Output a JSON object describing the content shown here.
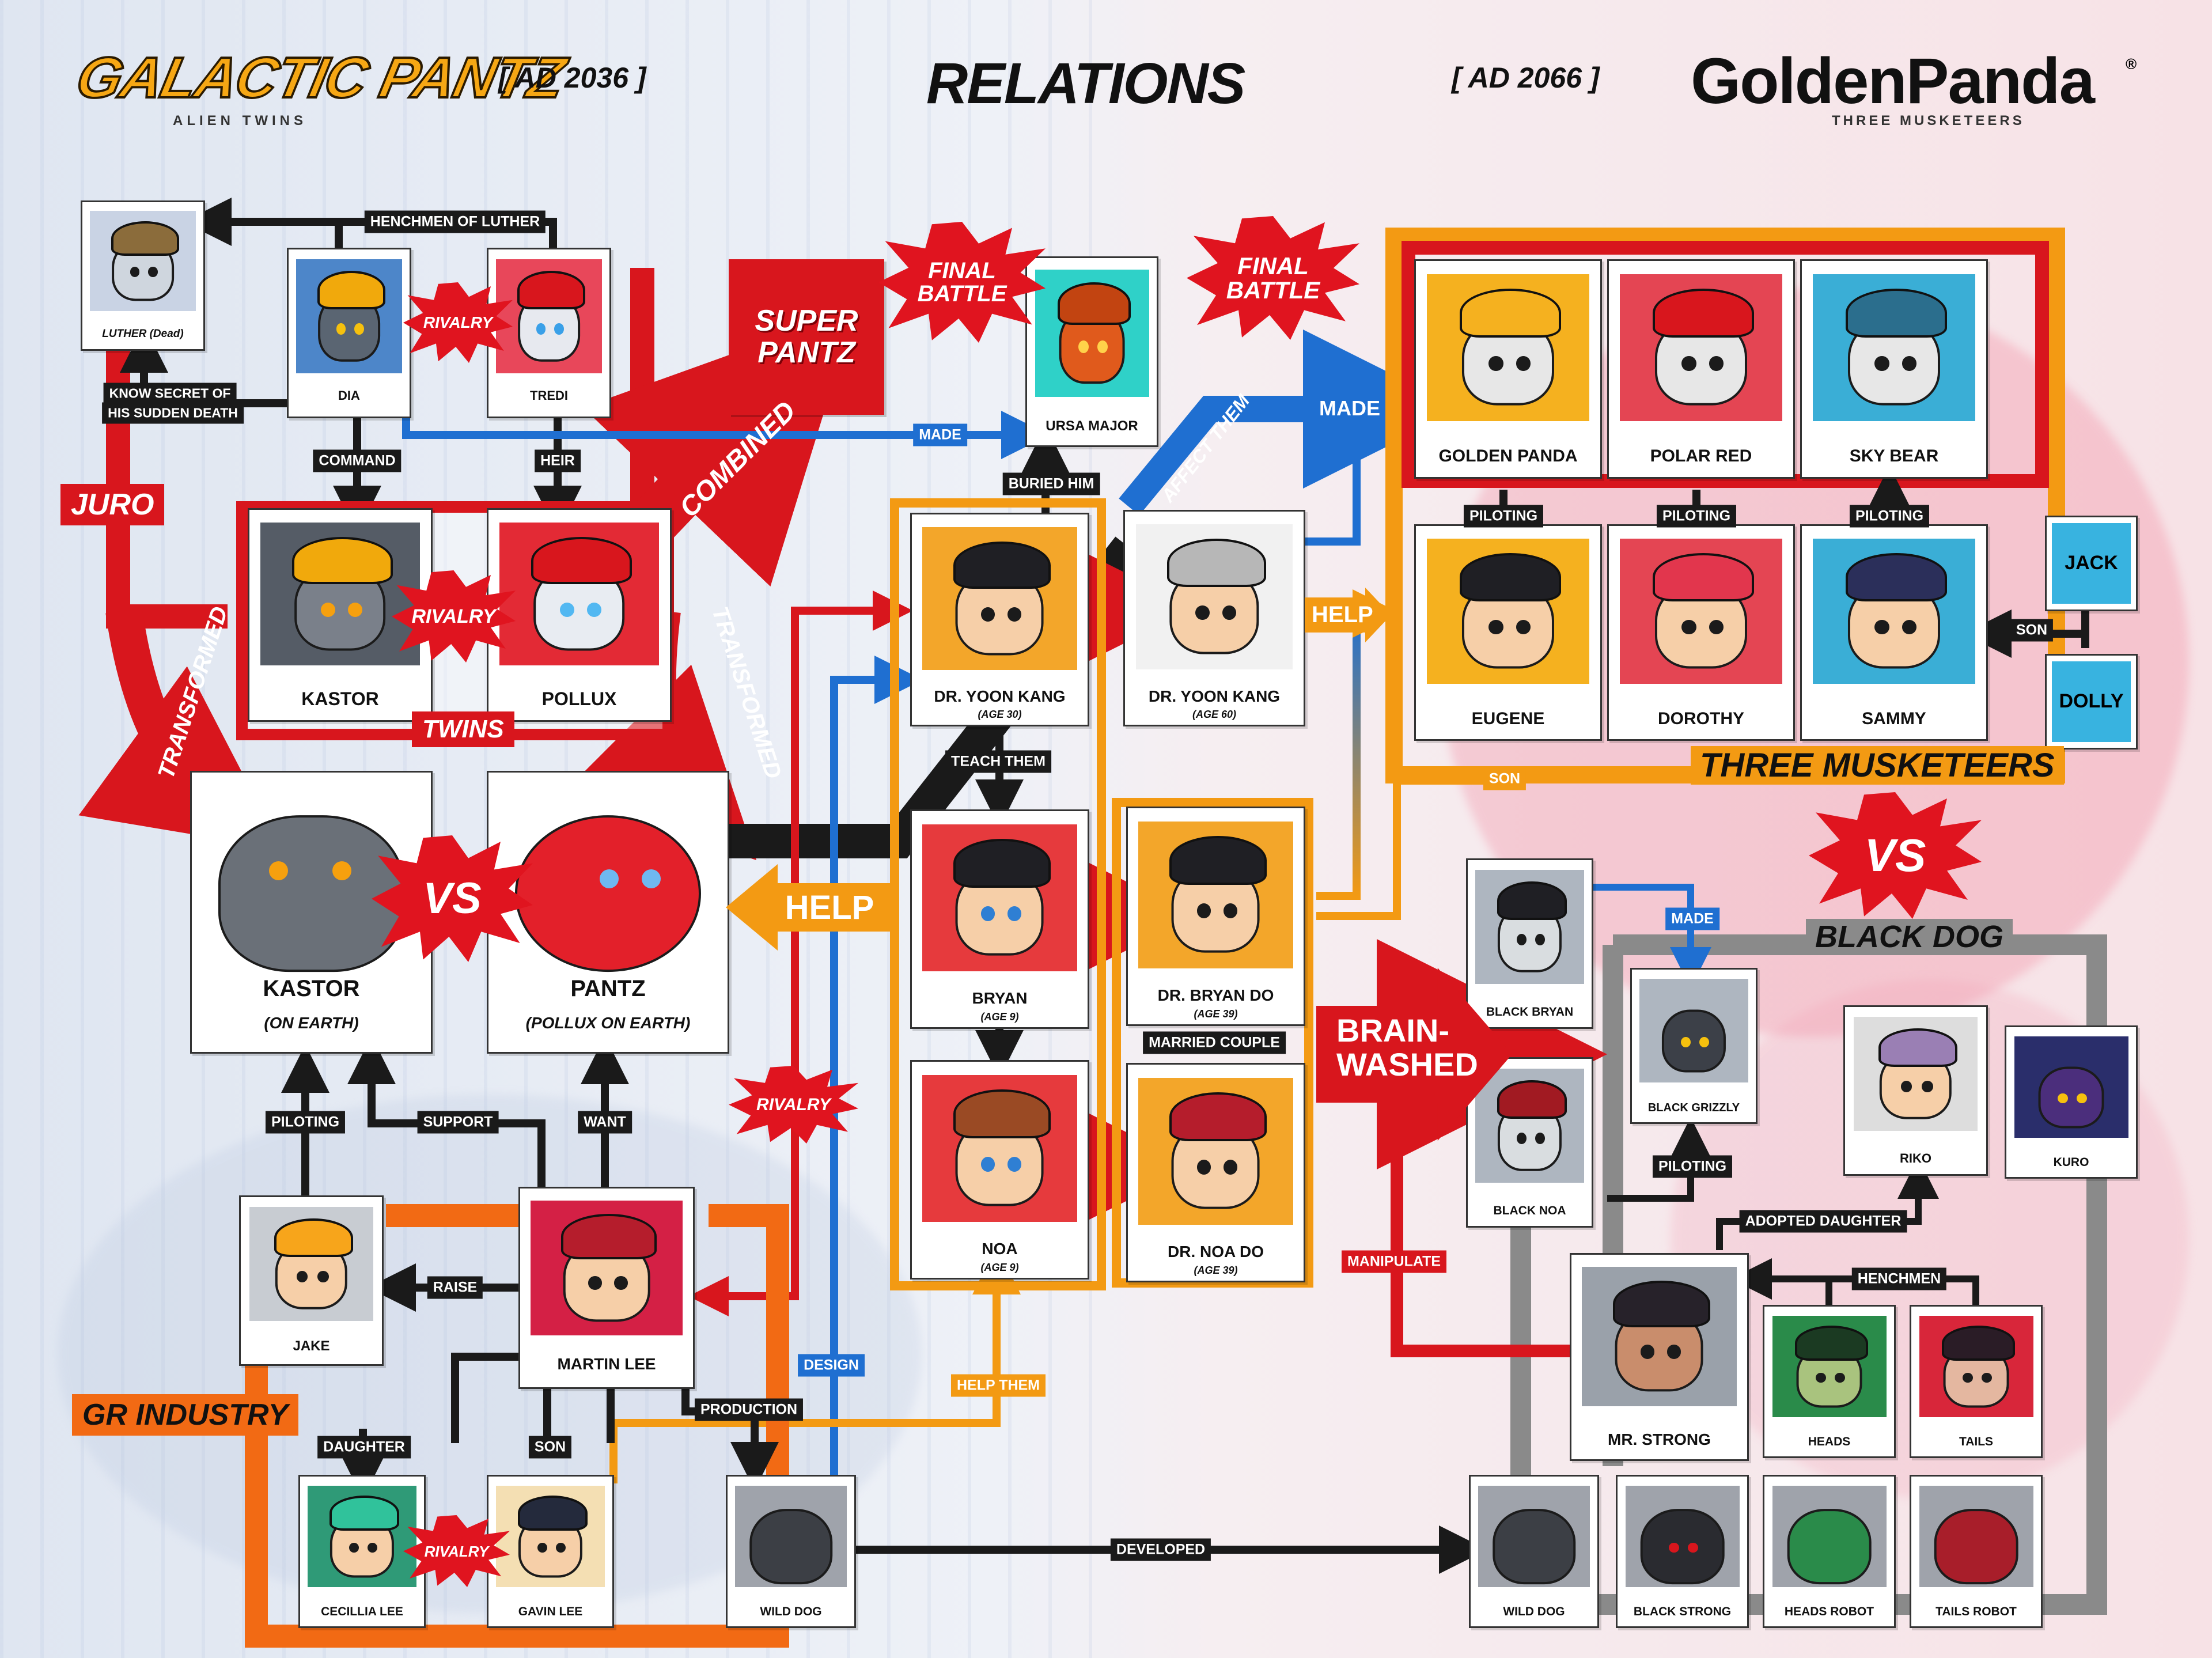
{
  "header": {
    "left_logo": "GALACTIC PANTZ",
    "left_logo_sub": "ALIEN TWINS",
    "left_year": "[ AD 2036 ]",
    "title": "RELATIONS",
    "right_year": "[ AD 2066 ]",
    "right_logo": "GoldenPanda",
    "right_logo_mark": "®",
    "right_logo_sub": "THREE MUSKETEERS"
  },
  "characters": {
    "luther": "LUTHER (Dead)",
    "dia": "DIA",
    "tredi": "TREDI",
    "kastor": "KASTOR",
    "pollux": "POLLUX",
    "kastor_earth": "KASTOR",
    "kastor_earth_sub": "(ON EARTH)",
    "pantz": "PANTZ",
    "pantz_sub": "(POLLUX ON EARTH)",
    "jake": "JAKE",
    "martin_lee": "MARTIN LEE",
    "cecillia_lee": "CECILLIA LEE",
    "gavin_lee": "GAVIN LEE",
    "wild_dog": "WILD DOG",
    "super_pantz": "SUPER PANTZ",
    "ursa_major": "URSA MAJOR",
    "yoon_kang_30": "DR. YOON KANG",
    "yoon_kang_30_age": "(AGE 30)",
    "yoon_kang_60": "DR. YOON KANG",
    "yoon_kang_60_age": "(AGE 60)",
    "bryan": "BRYAN",
    "bryan_age": "(AGE 9)",
    "noa": "NOA",
    "noa_age": "(AGE 9)",
    "bryan_do": "DR. BRYAN DO",
    "bryan_do_age": "(AGE 39)",
    "noa_do": "DR. NOA DO",
    "noa_do_age": "(AGE 39)",
    "golden_panda": "GOLDEN PANDA",
    "polar_red": "POLAR RED",
    "sky_bear": "SKY BEAR",
    "eugene": "EUGENE",
    "dorothy": "DOROTHY",
    "sammy": "SAMMY",
    "jack": "JACK",
    "dolly": "DOLLY",
    "black_bryan": "BLACK BRYAN",
    "black_grizzly": "BLACK GRIZZLY",
    "black_noa": "BLACK NOA",
    "riko": "RIKO",
    "kuro": "KURO",
    "mr_strong": "MR. STRONG",
    "heads": "HEADS",
    "tails": "TAILS",
    "wild_dog_2": "WILD DOG",
    "black_strong": "BLACK STRONG",
    "heads_robot": "HEADS ROBOT",
    "tails_robot": "TAILS ROBOT"
  },
  "labels": {
    "henchmen_of_luther": "HENCHMEN OF LUTHER",
    "know_secret_1": "KNOW SECRET OF",
    "know_secret_2": "HIS SUDDEN DEATH",
    "command": "COMMAND",
    "heir": "HEIR",
    "made_1": "MADE",
    "buried_him": "BURIED HIM",
    "teach_them": "TEACH THEM",
    "married_couple": "MARRIED COUPLE",
    "piloting_1": "PILOTING",
    "support": "SUPPORT",
    "want": "WANT",
    "raise": "RAISE",
    "production": "PRODUCTION",
    "daughter": "DAUGHTER",
    "son_1": "SON",
    "design": "DESIGN",
    "help_them": "HELP THEM",
    "developed": "DEVELOPED",
    "piloting_gp": "PILOTING",
    "piloting_pr": "PILOTING",
    "piloting_sb": "PILOTING",
    "son_sammy": "SON",
    "son_eugene": "SON",
    "made_bg": "MADE",
    "piloting_bg": "PILOTING",
    "adopted_daughter": "ADOPTED DAUGHTER",
    "henchmen": "HENCHMEN",
    "manipulate": "MANIPULATE"
  },
  "callouts": {
    "juro": "JURO",
    "twins": "TWINS",
    "combined": "COMBINED",
    "transformed_left": "TRANSFORMED",
    "transformed_right": "TRANSFORMED",
    "rivalry_top": "RIVALRY",
    "rivalry_twins": "RIVALRY",
    "vs_left": "VS",
    "help_big": "HELP",
    "help_orange": "HELP",
    "affect_them": "AFFECT THEM",
    "made_big": "MADE",
    "final_battle_1": "FINAL BATTLE",
    "final_battle_2": "FINAL BATTLE",
    "rivalry_mid": "RIVALRY",
    "rivalry_lee": "RIVALRY",
    "gr_industry": "GR INDUSTRY",
    "three_musketeers": "THREE MUSKETEERS",
    "vs_right": "VS",
    "black_dog": "BLACK DOG",
    "brainwashed_1": "BRAIN-",
    "brainwashed_2": "WASHED"
  },
  "colors": {
    "red": "#d8161d",
    "orange": "#f39a13",
    "blue": "#1f6fd1",
    "black": "#1a1a1a",
    "gray": "#8a8a8a",
    "gr_orange": "#f26a14",
    "cyan": "#38b3e0"
  }
}
